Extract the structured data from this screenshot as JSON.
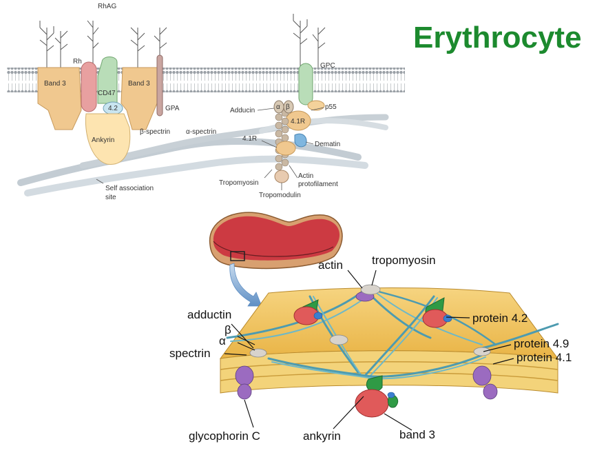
{
  "title": "Erythrocyte",
  "top_diagram": {
    "labels": {
      "rhag": "RhAG",
      "rh": "Rh",
      "band3_left": "Band 3",
      "band3_right": "Band 3",
      "cd47": "CD47",
      "p42": "4.2",
      "gpa": "GPA",
      "ankyrin": "Ankyrin",
      "beta_spectrin": "β-spectrin",
      "alpha_spectrin": "α-spectrin",
      "self_assoc_1": "Self association",
      "self_assoc_2": "site",
      "gpc": "GPC",
      "adducin": "Adducin",
      "alpha": "α",
      "beta": "β",
      "p55": "p55",
      "p41r_top": "4.1R",
      "p41r_left": "4.1R",
      "dematin": "Dematin",
      "actin_1": "Actin",
      "actin_2": "protofilament",
      "tropomyosin": "Tropomyosin",
      "tropomodulin": "Tropomodulin"
    }
  },
  "bottom_diagram": {
    "labels": {
      "actin": "actin",
      "tropomyosin": "tropomyosin",
      "adductin": "adductin",
      "beta": "β",
      "alpha": "α",
      "spectrin": "spectrin",
      "protein42": "protein 4.2",
      "protein49": "protein 4.9",
      "protein41": "protein 4.1",
      "glycophorin": "glycophorin C",
      "ankyrin": "ankyrin",
      "band3": "band 3"
    }
  },
  "colors": {
    "title": "#1c8a2e",
    "membrane_head": "#9aa0a6",
    "band3": "#f0c88f",
    "rh": "#e8a0a0",
    "cd47": "#b9ddb8",
    "ankyrin": "#fde4b0",
    "spectrin": "#d3dbe1",
    "dematin": "#7fb6df",
    "rbc_red": "#cc3a42",
    "membrane_slab": "#f0c25c",
    "purple_protein": "#9b6bc0",
    "green_protein": "#2f9a45",
    "red_protein": "#e05a5a"
  }
}
